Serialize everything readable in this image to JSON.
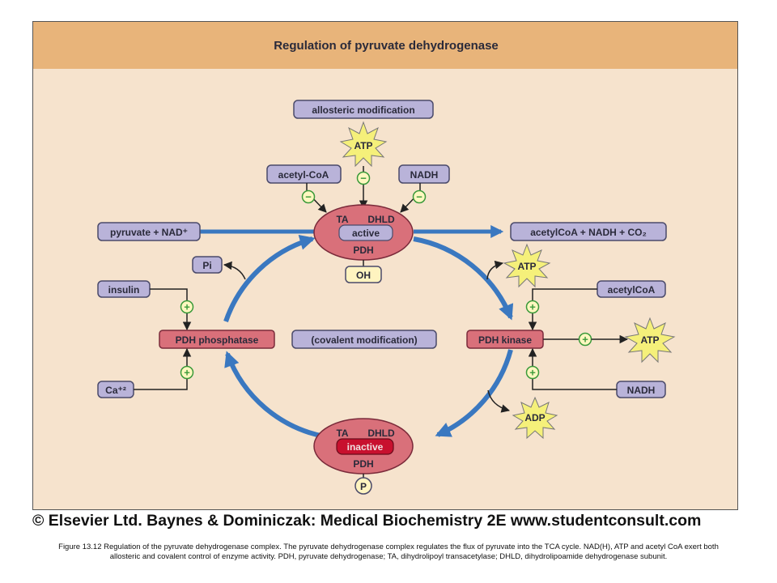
{
  "title": "Regulation of pyruvate dehydrogenase",
  "labels": {
    "allosteric": "allosteric modification",
    "atp_top": "ATP",
    "acetylcoa_top": "acetyl-CoA",
    "nadh_top": "NADH",
    "pyruvate_nad": "pyruvate + NAD⁺",
    "products": "acetylCoA + NADH + CO₂",
    "pi": "Pi",
    "insulin": "insulin",
    "pdh_phosphatase": "PDH phosphatase",
    "covalent": "(covalent modification)",
    "pdh_kinase": "PDH kinase",
    "atp_right_top": "ATP",
    "acetylcoa_right": "acetylCoA",
    "atp_right": "ATP",
    "nadh_right": "NADH",
    "adp": "ADP",
    "ca": "Ca⁺²",
    "oh": "OH",
    "p": "P",
    "active_ta": "TA",
    "active_dhld": "DHLD",
    "active_state": "active",
    "active_pdh": "PDH",
    "inactive_ta": "TA",
    "inactive_dhld": "DHLD",
    "inactive_state": "inactive",
    "inactive_pdh": "PDH",
    "minus": "−",
    "plus": "+"
  },
  "copyright": "© Elsevier Ltd. Baynes & Dominiczak: Medical Biochemistry 2E www.studentconsult.com",
  "caption": "Figure 13.12 Regulation of the pyruvate dehydrogenase complex. The pyruvate dehydrogenase complex regulates the flux of pyruvate into the TCA cycle. NAD(H), ATP and acetyl CoA exert both allosteric and covalent control of enzyme activity. PDH, pyruvate dehydrogenase; TA, dihydrolipoyl transacetylase; DHLD, dihydrolipoamide dehydrogenase subunit.",
  "colors": {
    "background": "#f6e3cd",
    "header": "#e8b47a",
    "box_fill": "#b9b3d9",
    "box_stroke": "#4a4a6a",
    "enzyme_fill": "#d9707a",
    "inactive_fill": "#c8102e",
    "arrow_blue": "#3a78c0",
    "star_fill": "#f5f07a",
    "sign_green": "#3a9a3a"
  }
}
